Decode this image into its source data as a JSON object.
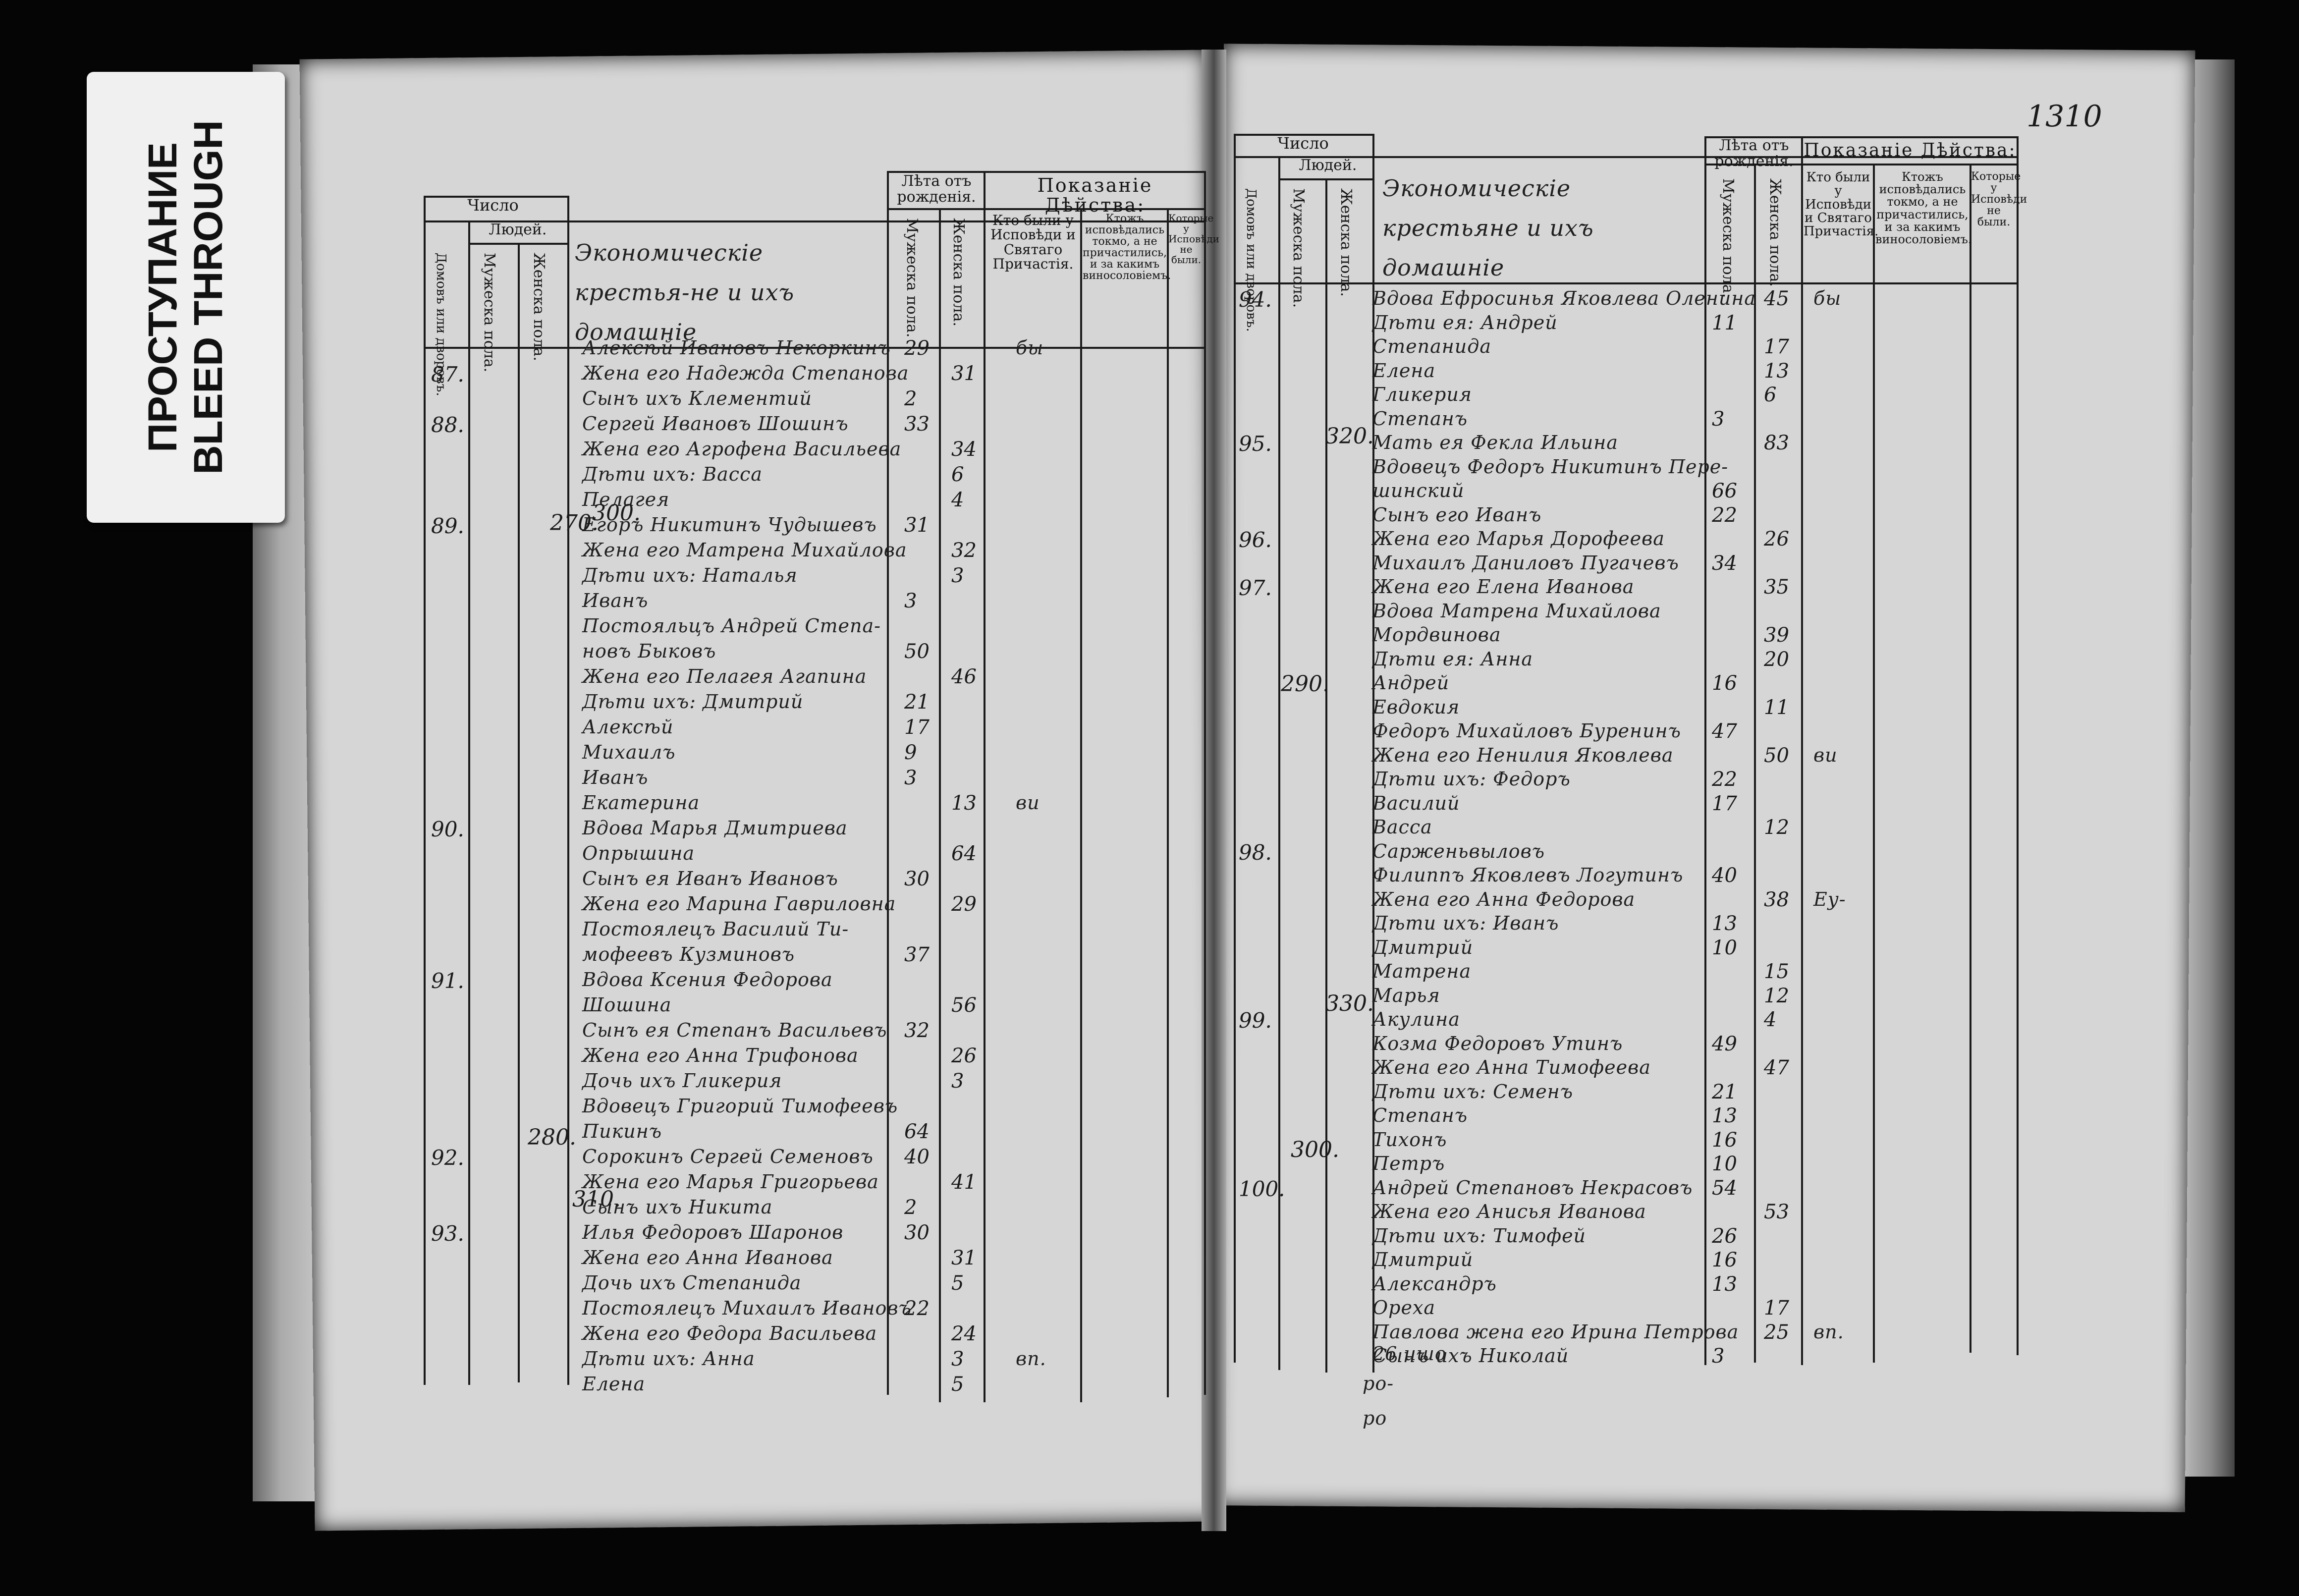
{
  "label": {
    "line1": "ПРОСТУПАНИЕ",
    "line2": "BLEED THROUGH"
  },
  "left": {
    "header": {
      "chislo": "Число",
      "lyudey": "Людей.",
      "domov": "Домовъ или дворовъ.",
      "muzh": "Мужеска пола.",
      "zhen": "Женска пола.",
      "title": "Экономическіе крестья-не и ихъ домашніе",
      "leta": "Лѣта отъ рожденія.",
      "leta_m": "Мужеска пола.",
      "leta_f": "Женска пола.",
      "pokaz": "Показаніе Дѣйства:",
      "c1": "Кто были у Исповѣди и Святаго Причастія.",
      "c2": "Ктожъ исповѣдались токмо, а не причастились, и за какимъ виносоловіемъ.",
      "c3": "Которые у Исповѣди не были."
    },
    "entries": [
      {
        "n": "",
        "text": "Алексѣй Ивановъ Некоркинъ",
        "m": "29",
        "f": "",
        "mark": "бы"
      },
      {
        "n": "87.",
        "text": "Жена его Надежда Степанова",
        "m": "",
        "f": "31",
        "mark": ""
      },
      {
        "n": "",
        "text": "Сынъ ихъ Клементий",
        "m": "2",
        "f": "",
        "mark": ""
      },
      {
        "n": "88.",
        "text": "Сергей Ивановъ Шошинъ",
        "m": "33",
        "f": "",
        "mark": ""
      },
      {
        "n": "",
        "text": "Жена его Агрофена Васильева",
        "m": "",
        "f": "34",
        "mark": ""
      },
      {
        "n": "",
        "text": "Дѣти ихъ: Васса",
        "m": "",
        "f": "6",
        "mark": ""
      },
      {
        "n": "",
        "text": "Пелагея",
        "m": "",
        "f": "4",
        "mark": ""
      },
      {
        "n": "89.",
        "text": "Егоръ Никитинъ Чудышевъ",
        "m": "31",
        "f": "",
        "mark": ""
      },
      {
        "n": "",
        "text": "Жена его Матрена Михайлова",
        "m": "",
        "f": "32",
        "mark": ""
      },
      {
        "n": "",
        "text": "Дѣти ихъ: Наталья",
        "m": "",
        "f": "3",
        "mark": ""
      },
      {
        "n": "",
        "text": "Иванъ",
        "m": "3",
        "f": "",
        "mark": ""
      },
      {
        "n": "",
        "text": "Постояльцъ Андрей Степа-",
        "m": "",
        "f": "",
        "mark": ""
      },
      {
        "n": "",
        "text": "новъ Быковъ",
        "m": "50",
        "f": "",
        "mark": ""
      },
      {
        "n": "",
        "text": "Жена его Пелагея Агапина",
        "m": "",
        "f": "46",
        "mark": ""
      },
      {
        "n": "",
        "text": "Дѣти ихъ: Дмитрий",
        "m": "21",
        "f": "",
        "mark": ""
      },
      {
        "n": "",
        "text": "Алексѣй",
        "m": "17",
        "f": "",
        "mark": ""
      },
      {
        "n": "",
        "text": "Михаилъ",
        "m": "9",
        "f": "",
        "mark": ""
      },
      {
        "n": "",
        "text": "Иванъ",
        "m": "3",
        "f": "",
        "mark": ""
      },
      {
        "n": "",
        "text": "Екатерина",
        "m": "",
        "f": "13",
        "mark": "ви"
      },
      {
        "n": "90.",
        "text": "Вдова Марья Дмитриева",
        "m": "",
        "f": "",
        "mark": ""
      },
      {
        "n": "",
        "text": "Опрышина",
        "m": "",
        "f": "64",
        "mark": ""
      },
      {
        "n": "",
        "text": "Сынъ ея Иванъ Ивановъ",
        "m": "30",
        "f": "",
        "mark": ""
      },
      {
        "n": "",
        "text": "Жена его Марина Гавриловна",
        "m": "",
        "f": "29",
        "mark": ""
      },
      {
        "n": "",
        "text": "Постоялецъ Василий Ти-",
        "m": "",
        "f": "",
        "mark": ""
      },
      {
        "n": "",
        "text": "мофеевъ Кузминовъ",
        "m": "37",
        "f": "",
        "mark": ""
      },
      {
        "n": "91.",
        "text": "Вдова Ксения Федорова",
        "m": "",
        "f": "",
        "mark": ""
      },
      {
        "n": "",
        "text": "Шошина",
        "m": "",
        "f": "56",
        "mark": ""
      },
      {
        "n": "",
        "text": "Сынъ ея Степанъ Васильевъ",
        "m": "32",
        "f": "",
        "mark": ""
      },
      {
        "n": "",
        "text": "Жена его Анна Трифонова",
        "m": "",
        "f": "26",
        "mark": ""
      },
      {
        "n": "",
        "text": "Дочь ихъ Гликерия",
        "m": "",
        "f": "3",
        "mark": ""
      },
      {
        "n": "",
        "text": "Вдовецъ Григорий Тимофеевъ",
        "m": "",
        "f": "",
        "mark": ""
      },
      {
        "n": "",
        "text": "Пикинъ",
        "m": "64",
        "f": "",
        "mark": ""
      },
      {
        "n": "92.",
        "text": "Сорокинъ Сергей Семеновъ",
        "m": "40",
        "f": "",
        "mark": ""
      },
      {
        "n": "",
        "text": "Жена его Марья Григорьева",
        "m": "",
        "f": "41",
        "mark": ""
      },
      {
        "n": "",
        "text": "Сынъ ихъ Никита",
        "m": "2",
        "f": "",
        "mark": ""
      },
      {
        "n": "93.",
        "text": "Илья Федоровъ Шаронов",
        "m": "30",
        "f": "",
        "mark": ""
      },
      {
        "n": "",
        "text": "Жена его Анна Иванова",
        "m": "",
        "f": "31",
        "mark": ""
      },
      {
        "n": "",
        "text": "Дочь ихъ Степанида",
        "m": "",
        "f": "5",
        "mark": ""
      },
      {
        "n": "",
        "text": "Постоялецъ Михаилъ Ивановъ",
        "m": "22",
        "f": "",
        "mark": ""
      },
      {
        "n": "",
        "text": "Жена его Федора Васильева",
        "m": "",
        "f": "24",
        "mark": ""
      },
      {
        "n": "",
        "text": "Дѣти ихъ: Анна",
        "m": "",
        "f": "3",
        "mark": "вп."
      },
      {
        "n": "",
        "text": "Елена",
        "m": "",
        "f": "5",
        "mark": ""
      }
    ],
    "sums": {
      "a": "270.",
      "b": "300.",
      "c": "280.",
      "d": "310."
    }
  },
  "right": {
    "page_no": "1310",
    "header": {
      "chislo": "Число",
      "lyudey": "Людей.",
      "domov": "Домовъ или дворовъ.",
      "muzh": "Мужеска пола.",
      "zhen": "Женска пола.",
      "title": "Экономическіе крестьяне и ихъ домашніе",
      "leta": "Лѣта отъ рожденія.",
      "leta_m": "Мужеска пола.",
      "leta_f": "Женска пола.",
      "pokaz": "Показаніе Дѣйства:",
      "c1": "Кто были у Исповѣди и Святаго Причастія.",
      "c2": "Ктожъ исповѣдались токмо, а не причастились, и за какимъ виносоловіемъ.",
      "c3": "Которые у Исповѣди не были."
    },
    "entries": [
      {
        "n": "94.",
        "text": "Вдова Ефросинья Яковлева Оленина",
        "m": "",
        "f": "45",
        "mark": "бы"
      },
      {
        "n": "",
        "text": "Дѣти ея: Андрей",
        "m": "11",
        "f": "",
        "mark": ""
      },
      {
        "n": "",
        "text": "Степанида",
        "m": "",
        "f": "17",
        "mark": ""
      },
      {
        "n": "",
        "text": "Елена",
        "m": "",
        "f": "13",
        "mark": ""
      },
      {
        "n": "",
        "text": "Гликерия",
        "m": "",
        "f": "6",
        "mark": ""
      },
      {
        "n": "",
        "text": "Степанъ",
        "m": "3",
        "f": "",
        "mark": ""
      },
      {
        "n": "95.",
        "text": "Мать ея Фекла Ильина",
        "m": "",
        "f": "83",
        "mark": ""
      },
      {
        "n": "",
        "text": "Вдовецъ Федоръ Никитинъ Пере-",
        "m": "",
        "f": "",
        "mark": ""
      },
      {
        "n": "",
        "text": "шинский",
        "m": "66",
        "f": "",
        "mark": ""
      },
      {
        "n": "",
        "text": "Сынъ его Иванъ",
        "m": "22",
        "f": "",
        "mark": ""
      },
      {
        "n": "96.",
        "text": "Жена его Марья Дорофеева",
        "m": "",
        "f": "26",
        "mark": ""
      },
      {
        "n": "",
        "text": "Михаилъ Даниловъ Пугачевъ",
        "m": "34",
        "f": "",
        "mark": ""
      },
      {
        "n": "97.",
        "text": "Жена его Елена Иванова",
        "m": "",
        "f": "35",
        "mark": ""
      },
      {
        "n": "",
        "text": "Вдова Матрена Михайлова",
        "m": "",
        "f": "",
        "mark": ""
      },
      {
        "n": "",
        "text": "Мордвинова",
        "m": "",
        "f": "39",
        "mark": ""
      },
      {
        "n": "",
        "text": "Дѣти ея: Анна",
        "m": "",
        "f": "20",
        "mark": ""
      },
      {
        "n": "",
        "text": "Андрей",
        "m": "16",
        "f": "",
        "mark": ""
      },
      {
        "n": "",
        "text": "Евдокия",
        "m": "",
        "f": "11",
        "mark": ""
      },
      {
        "n": "",
        "text": "Федоръ Михайловъ Буренинъ",
        "m": "47",
        "f": "",
        "mark": ""
      },
      {
        "n": "",
        "text": "Жена его Ненилия Яковлева",
        "m": "",
        "f": "50",
        "mark": "ви"
      },
      {
        "n": "",
        "text": "Дѣти ихъ: Федоръ",
        "m": "22",
        "f": "",
        "mark": ""
      },
      {
        "n": "",
        "text": "Василий",
        "m": "17",
        "f": "",
        "mark": ""
      },
      {
        "n": "",
        "text": "Васса",
        "m": "",
        "f": "12",
        "mark": ""
      },
      {
        "n": "98.",
        "text": "Сарженьвыловъ",
        "m": "",
        "f": "",
        "mark": ""
      },
      {
        "n": "",
        "text": "Филиппъ Яковлевъ Логутинъ",
        "m": "40",
        "f": "",
        "mark": ""
      },
      {
        "n": "",
        "text": "Жена его Анна Федорова",
        "m": "",
        "f": "38",
        "mark": "Еу-"
      },
      {
        "n": "",
        "text": "Дѣти ихъ: Иванъ",
        "m": "13",
        "f": "",
        "mark": ""
      },
      {
        "n": "",
        "text": "Дмитрий",
        "m": "10",
        "f": "",
        "mark": ""
      },
      {
        "n": "",
        "text": "Матрена",
        "m": "",
        "f": "15",
        "mark": ""
      },
      {
        "n": "",
        "text": "Марья",
        "m": "",
        "f": "12",
        "mark": ""
      },
      {
        "n": "99.",
        "text": "Акулина",
        "m": "",
        "f": "4",
        "mark": ""
      },
      {
        "n": "",
        "text": "Козма Федоровъ Утинъ",
        "m": "49",
        "f": "",
        "mark": ""
      },
      {
        "n": "",
        "text": "Жена его Анна Тимофеева",
        "m": "",
        "f": "47",
        "mark": ""
      },
      {
        "n": "",
        "text": "Дѣти ихъ: Семенъ",
        "m": "21",
        "f": "",
        "mark": ""
      },
      {
        "n": "",
        "text": "Степанъ",
        "m": "13",
        "f": "",
        "mark": ""
      },
      {
        "n": "",
        "text": "Тихонъ",
        "m": "16",
        "f": "",
        "mark": ""
      },
      {
        "n": "",
        "text": "Петръ",
        "m": "10",
        "f": "",
        "mark": ""
      },
      {
        "n": "100.",
        "text": "Андрей Степановъ Некрасовъ",
        "m": "54",
        "f": "",
        "mark": ""
      },
      {
        "n": "",
        "text": "Жена его Анисья Иванова",
        "m": "",
        "f": "53",
        "mark": ""
      },
      {
        "n": "",
        "text": "Дѣти ихъ: Тимофей",
        "m": "26",
        "f": "",
        "mark": ""
      },
      {
        "n": "",
        "text": "Дмитрий",
        "m": "16",
        "f": "",
        "mark": ""
      },
      {
        "n": "",
        "text": "Александръ",
        "m": "13",
        "f": "",
        "mark": ""
      },
      {
        "n": "",
        "text": "Ореха",
        "m": "",
        "f": "17",
        "mark": ""
      },
      {
        "n": "",
        "text": "Павлова жена его Ирина Петрова",
        "m": "",
        "f": "25",
        "mark": "вп."
      },
      {
        "n": "",
        "text": "Сынъ ихъ Николай",
        "m": "3",
        "f": "",
        "mark": ""
      }
    ],
    "sums": {
      "a": "320.",
      "b": "290.",
      "c": "330.",
      "d": "300."
    },
    "footer": [
      "26 ишо",
      "ро-",
      "ро"
    ]
  }
}
